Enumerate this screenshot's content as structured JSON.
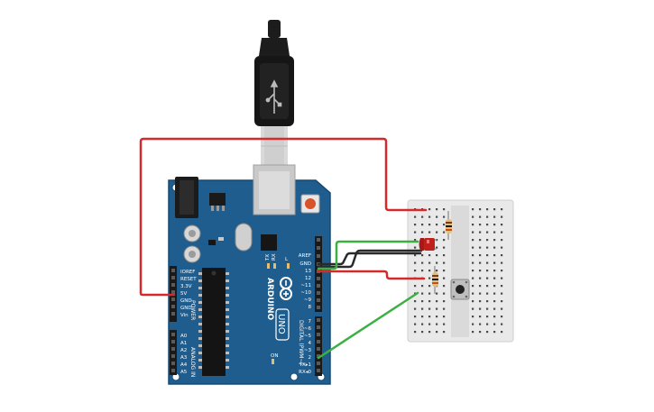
{
  "board": {
    "brand": "ARDUINO",
    "model": "UNO",
    "power_group_label": "POWER",
    "analog_group_label": "ANALOG IN",
    "digital_group_label": "DIGITAL (PWM~)",
    "tx_label": "TX",
    "rx_label": "RX",
    "l_label": "L",
    "on_label": "ON",
    "power_pins": [
      "IOREF",
      "RESET",
      "3.3V",
      "5V",
      "GND",
      "GND",
      "Vin"
    ],
    "analog_pins": [
      "A0",
      "A1",
      "A2",
      "A3",
      "A4",
      "A5"
    ],
    "digital_top_pins": [
      "AREF",
      "GND",
      "13",
      "12",
      "~11",
      "~10",
      "~9",
      "8"
    ],
    "digital_bottom_pins": [
      "7",
      "~6",
      "~5",
      "4",
      "~3",
      "2",
      "TX▸1",
      "RX◂0"
    ]
  },
  "colors": {
    "board": "#1f5d8e",
    "board_dark": "#174a73",
    "wire_red": "#d42a2a",
    "wire_black": "#2a2a2a",
    "wire_green": "#3cb043",
    "led": "#c0201c",
    "breadboard": "#e9e9e9"
  },
  "components": {
    "usb_cable": "usb-cable-icon",
    "led": "red-led-icon",
    "resistors": [
      "resistor-icon",
      "resistor-icon"
    ],
    "button": "pushbutton-icon",
    "breadboard": "mini-breadboard-icon"
  }
}
